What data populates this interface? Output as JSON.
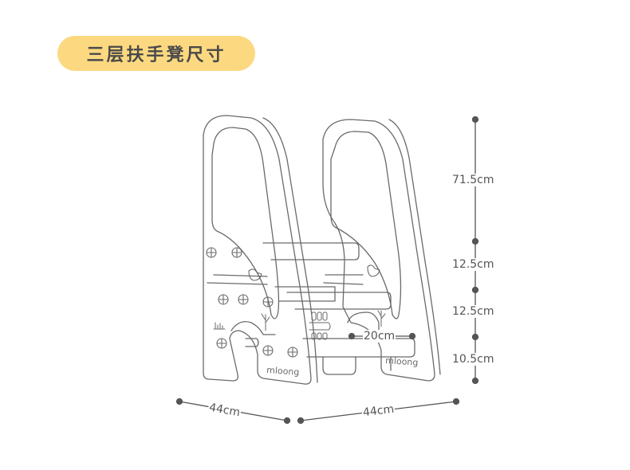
{
  "title": "三层扶手凳尺寸",
  "colors": {
    "pill": "#fcd980",
    "title_text": "#4a4a4a",
    "dimension": "#555555",
    "outline": "#6a6a6a"
  },
  "brand_logo": "mloong",
  "dimensions": {
    "height_top": "71.5cm",
    "height_step1": "12.5cm",
    "height_step2": "12.5cm",
    "height_base": "10.5cm",
    "depth": "44cm",
    "width": "44cm",
    "inner_width": "20cm"
  }
}
